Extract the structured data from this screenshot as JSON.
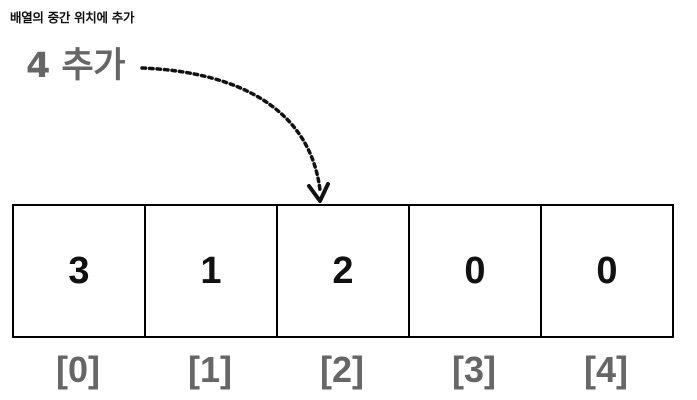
{
  "title": "배열의 중간 위치에 추가",
  "add_label": "4 추가",
  "cells": [
    {
      "value": "3",
      "index": "[0]"
    },
    {
      "value": "1",
      "index": "[1]"
    },
    {
      "value": "2",
      "index": "[2]"
    },
    {
      "value": "0",
      "index": "[3]"
    },
    {
      "value": "0",
      "index": "[4]"
    }
  ],
  "colors": {
    "label_gray": "#666666",
    "border": "#000000",
    "text": "#111111"
  }
}
